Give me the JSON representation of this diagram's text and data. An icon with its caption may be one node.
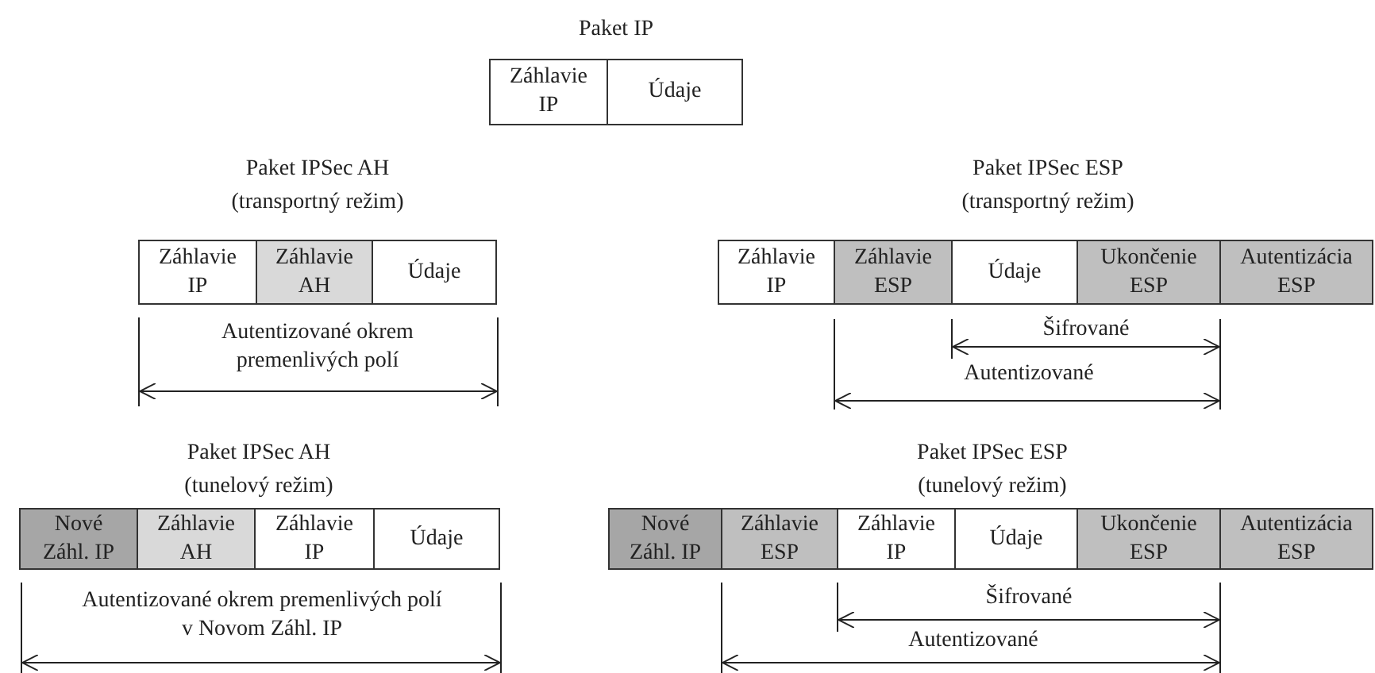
{
  "diagram": {
    "nodes": [
      {
        "text": [
          "Záhlavie IP"
        ]
      },
      {
        "text": [
          "Údaje"
        ]
      },
      {
        "text": [
          "Záhlavie IP"
        ]
      },
      {
        "text": [
          "Záhlavie AH"
        ]
      },
      {
        "text": [
          "Údaje"
        ]
      },
      {
        "text": [
          "Záhlavie IP"
        ]
      },
      {
        "text": [
          "Záhlavie ESP"
        ]
      },
      {
        "text": [
          "Údaje"
        ]
      },
      {
        "text": [
          "Ukončenie ESP"
        ]
      },
      {
        "text": [
          "Autentizácia ESP"
        ]
      },
      {
        "text": [
          "Nové Záhl. IP"
        ]
      },
      {
        "text": [
          "Záhlavie AH"
        ]
      },
      {
        "text": [
          "Záhlavie IP"
        ]
      },
      {
        "text": [
          "Údaje"
        ]
      },
      {
        "text": [
          "Nové Záhl. IP"
        ]
      },
      {
        "text": [
          "Záhlavie ESP"
        ]
      },
      {
        "text": [
          "Záhlavie IP"
        ]
      },
      {
        "text": [
          "Údaje"
        ]
      },
      {
        "text": [
          "Ukončenie ESP"
        ]
      },
      {
        "text": [
          "Autentizácia ESP"
        ]
      }
    ],
    "labels": [
      "Paket IP",
      "Paket IPSec AH",
      "(transportný režim)",
      "Paket IPSec ESP",
      "(transportný režim)",
      "Autentizované okrem premenlivých polí",
      "Šifrované",
      "Autentizované",
      "Paket IPSec AH",
      "(tunelový režim)",
      "Paket IPSec ESP",
      "(tunelový režim)",
      "Autentizované okrem premenlivých polí v Novom Záhl. IP",
      "Šifrované",
      "Autentizované"
    ]
  }
}
